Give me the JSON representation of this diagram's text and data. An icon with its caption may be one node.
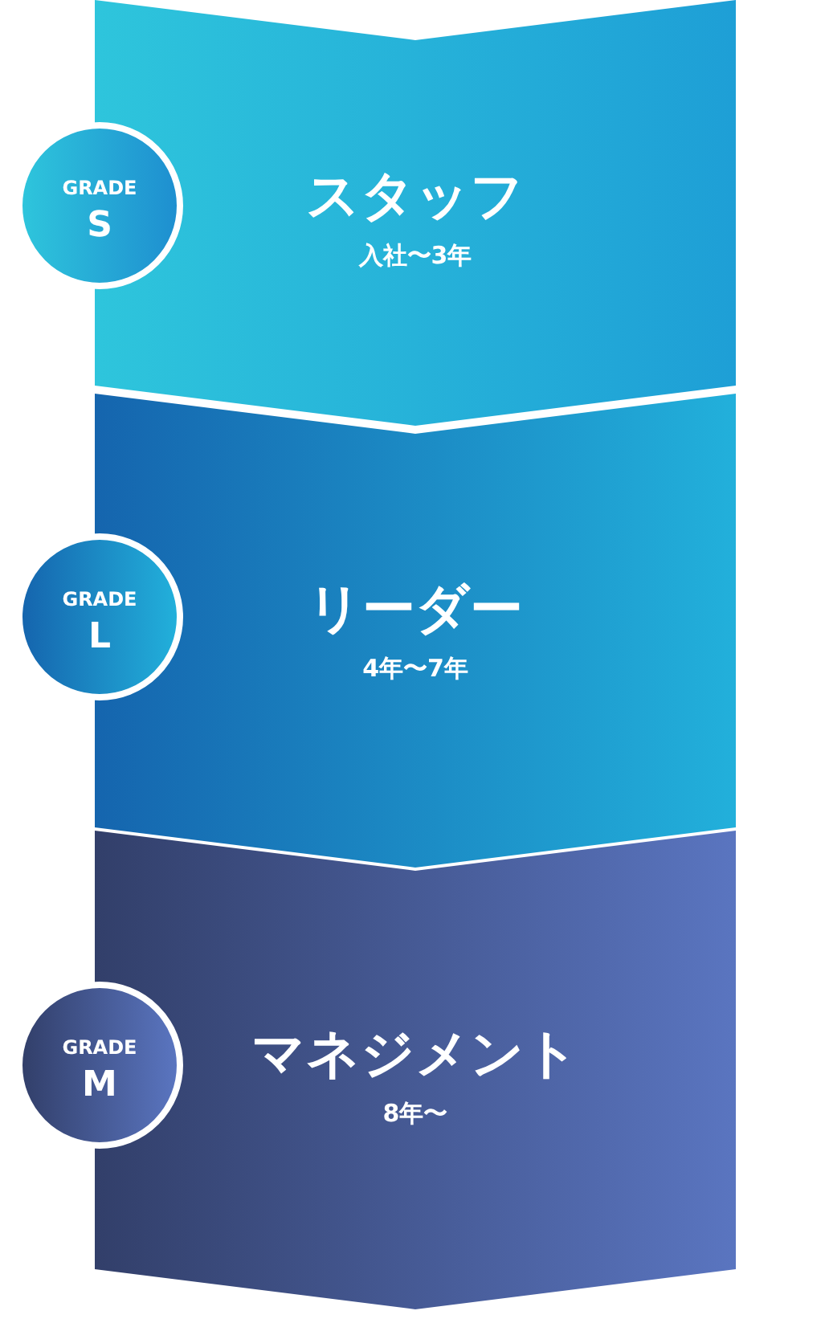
{
  "diagram": {
    "nodes": [
      {
        "text": [
          "GRADE",
          "S"
        ]
      },
      {
        "text": [
          "スタッフ",
          "入社〜3年"
        ]
      },
      {
        "text": [
          "GRADE",
          "L"
        ]
      },
      {
        "text": [
          "リーダー",
          "4年〜7年"
        ]
      },
      {
        "text": [
          "GRADE",
          "M"
        ]
      },
      {
        "text": [
          "マネジメント",
          "8年〜"
        ]
      }
    ]
  }
}
